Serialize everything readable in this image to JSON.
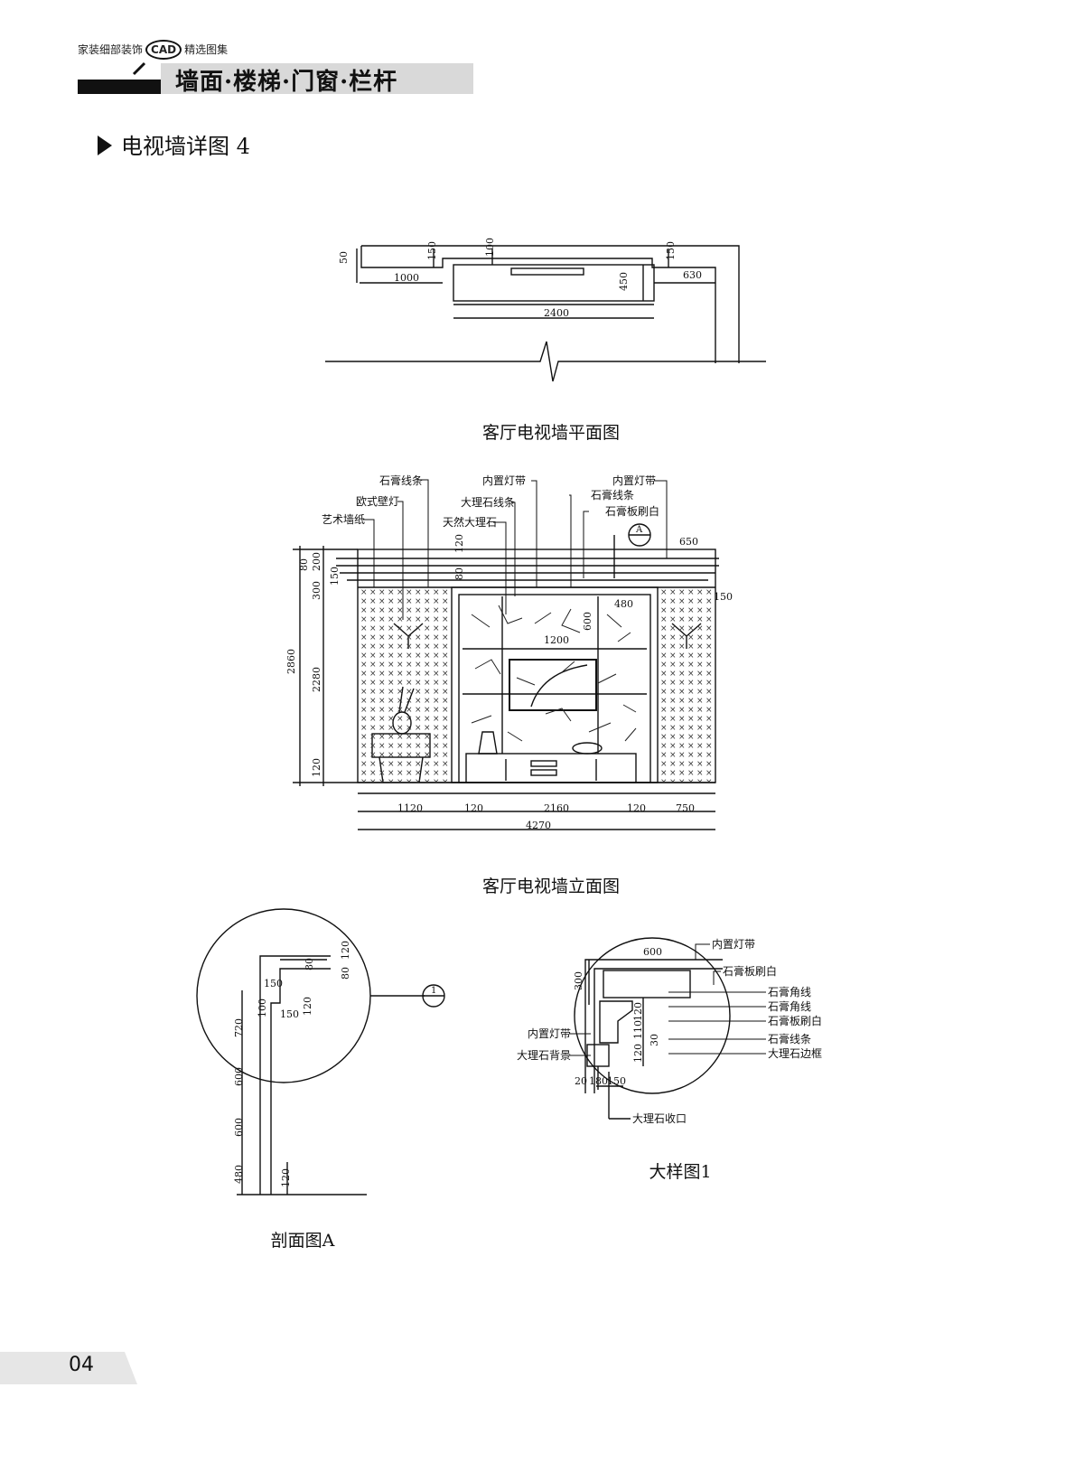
{
  "header": {
    "series_prefix": "家装细部装饰",
    "series_badge": "CAD",
    "series_suffix": "精选图集",
    "chapter_title": "墙面·楼梯·门窗·栏杆"
  },
  "section_title": "电视墙详图 4",
  "plan": {
    "caption": "客厅电视墙平面图",
    "dims": [
      "50",
      "150",
      "100",
      "150",
      "1000",
      "450",
      "630",
      "2400"
    ]
  },
  "elevation": {
    "caption": "客厅电视墙立面图",
    "labels": [
      "石膏线条",
      "欧式壁灯",
      "艺术墙纸",
      "内置灯带",
      "大理石线条",
      "天然大理石",
      "内置灯带",
      "石膏线条",
      "石膏板刷白"
    ],
    "marker": "A",
    "bottom_dims": [
      "1120",
      "120",
      "2160",
      "120",
      "750"
    ],
    "total_dim": "4270",
    "left_dims": [
      "200",
      "80",
      "150",
      "300",
      "2860",
      "2280",
      "120"
    ],
    "other_dims": [
      "650",
      "150",
      "120",
      "80",
      "480",
      "600",
      "1200"
    ]
  },
  "section_a": {
    "caption": "剖面图A",
    "marker": "1",
    "dims": [
      "120",
      "80",
      "80",
      "150",
      "100",
      "150",
      "720",
      "600",
      "600",
      "480",
      "120",
      "120"
    ]
  },
  "detail": {
    "caption": "大样图1",
    "labels_right": [
      "内置灯带",
      "石膏板刷白",
      "石膏角线",
      "石膏角线",
      "石膏板刷白",
      "石膏线条",
      "大理石边框"
    ],
    "labels_left": [
      "内置灯带",
      "大理石背景"
    ],
    "label_bottom": "大理石收口",
    "dims": [
      "600",
      "300",
      "120",
      "110",
      "30",
      "120",
      "20",
      "180",
      "150"
    ]
  },
  "page_number": "04"
}
